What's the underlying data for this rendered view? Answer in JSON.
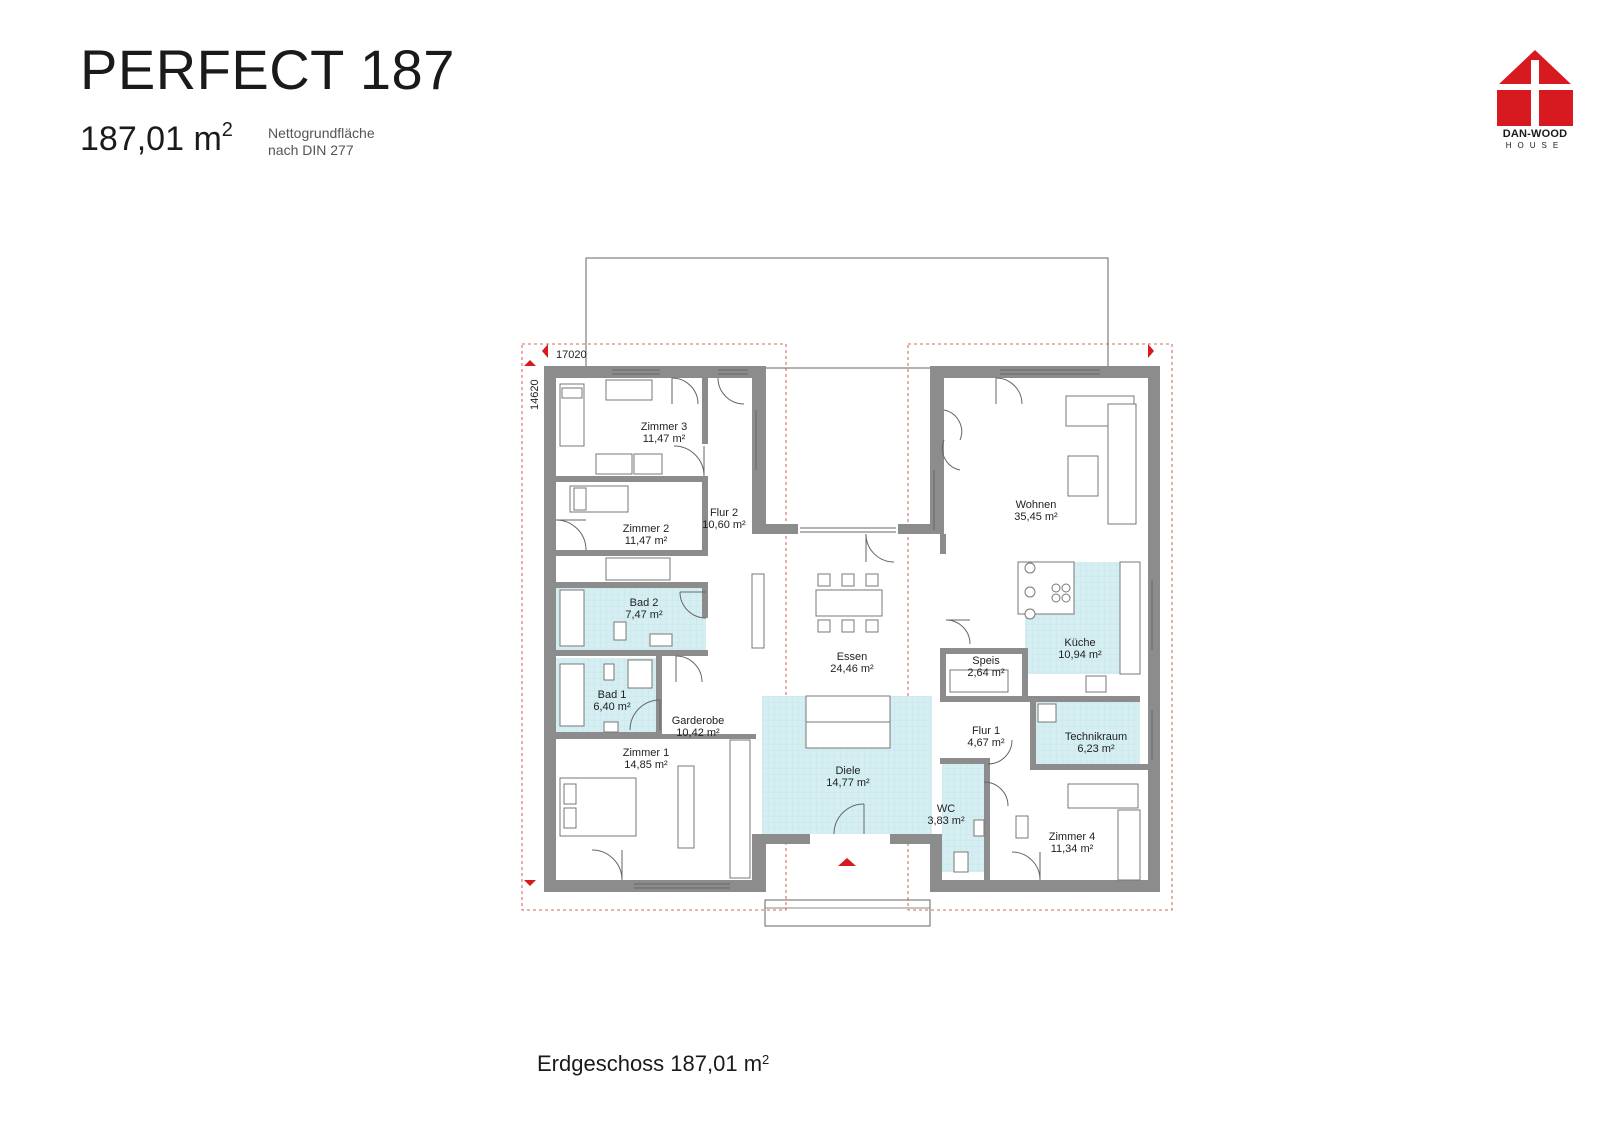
{
  "header": {
    "title": "PERFECT 187",
    "area_value": "187,01 m",
    "area_sup": "2",
    "area_note_line1": "Nettogrundfläche",
    "area_note_line2": "nach DIN 277"
  },
  "logo": {
    "name": "DAN-WOOD",
    "sub": "HOUSE",
    "color": "#d71920"
  },
  "dimensions": {
    "width": "17020",
    "depth": "14620"
  },
  "rooms": [
    {
      "name": "Zimmer 3",
      "area": "11,47 m²"
    },
    {
      "name": "Zimmer 2",
      "area": "11,47 m²"
    },
    {
      "name": "Flur 2",
      "area": "10,60 m²"
    },
    {
      "name": "Bad 2",
      "area": "7,47 m²"
    },
    {
      "name": "Bad 1",
      "area": "6,40 m²"
    },
    {
      "name": "Garderobe",
      "area": "10,42 m²"
    },
    {
      "name": "Zimmer 1",
      "area": "14,85 m²"
    },
    {
      "name": "Essen",
      "area": "24,46 m²"
    },
    {
      "name": "Diele",
      "area": "14,77 m²"
    },
    {
      "name": "Wohnen",
      "area": "35,45 m²"
    },
    {
      "name": "Küche",
      "area": "10,94 m²"
    },
    {
      "name": "Speis",
      "area": "2,64 m²"
    },
    {
      "name": "Flur 1",
      "area": "4,67 m²"
    },
    {
      "name": "Technikraum",
      "area": "6,23 m²"
    },
    {
      "name": "WC",
      "area": "3,83 m²"
    },
    {
      "name": "Zimmer 4",
      "area": "11,34 m²"
    }
  ],
  "colors": {
    "wall": "#8c8c8c",
    "wet_area": "#d5eef2",
    "marker": "#d71920"
  },
  "footer": {
    "label": "Erdgeschoss 187,01 m",
    "sup": "2"
  }
}
